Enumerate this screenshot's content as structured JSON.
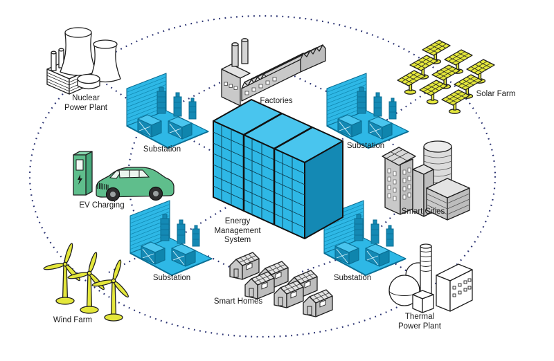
{
  "diagram": {
    "type": "smart-grid-energy-system-illustration",
    "background": "#FFFFFF",
    "colors": {
      "connector_dot": "#2A3272",
      "cyan": "#2EB8E6",
      "cyan_dark": "#1489B4",
      "cyan_light": "#49C5EE",
      "cyan_outline": "#0B6E93",
      "yellow": "#E4E73B",
      "green": "#5FBE8C",
      "green_dark": "#47A97B",
      "green_light": "#86D4AC",
      "gray": "#C9C9C9",
      "gray_light": "#E3E3E3",
      "gray_dark": "#BDBDBD",
      "white": "#FFFFFF",
      "outline": "#1F1F1F",
      "label_text": "#1B1B1B"
    },
    "nodes": [
      {
        "id": "nuclear-power-plant",
        "lines": [
          "Nuclear",
          "Power Plant"
        ]
      },
      {
        "id": "factories",
        "lines": [
          "Factories"
        ]
      },
      {
        "id": "solar-farm",
        "lines": [
          "Solar Farm"
        ]
      },
      {
        "id": "substation-northwest",
        "lines": [
          "Substation"
        ]
      },
      {
        "id": "substation-northeast",
        "lines": [
          "Substation"
        ]
      },
      {
        "id": "ev-charging",
        "lines": [
          "EV Charging"
        ]
      },
      {
        "id": "energy-management-system",
        "lines": [
          "Energy",
          "Management",
          "System"
        ]
      },
      {
        "id": "smart-cities",
        "lines": [
          "Smart Cities"
        ]
      },
      {
        "id": "substation-southwest",
        "lines": [
          "Substation"
        ]
      },
      {
        "id": "substation-southeast",
        "lines": [
          "Substation"
        ]
      },
      {
        "id": "wind-farm",
        "lines": [
          "Wind Farm"
        ]
      },
      {
        "id": "smart-homes",
        "lines": [
          "Smart Homes"
        ]
      },
      {
        "id": "thermal-power-plant",
        "lines": [
          "Thermal",
          "Power Plant"
        ]
      }
    ],
    "edges": [
      {
        "from": "nuclear-power-plant",
        "to": "substation-northwest"
      },
      {
        "from": "factories",
        "to": "substation-northwest"
      },
      {
        "from": "factories",
        "to": "substation-northeast"
      },
      {
        "from": "solar-farm",
        "to": "substation-northeast"
      },
      {
        "from": "substation-northwest",
        "to": "energy-management-system"
      },
      {
        "from": "substation-northeast",
        "to": "energy-management-system"
      },
      {
        "from": "substation-southwest",
        "to": "energy-management-system"
      },
      {
        "from": "substation-southeast",
        "to": "energy-management-system"
      },
      {
        "from": "substation-northwest",
        "to": "ev-charging"
      },
      {
        "from": "ev-charging",
        "to": "substation-southwest"
      },
      {
        "from": "substation-northeast",
        "to": "smart-cities"
      },
      {
        "from": "smart-cities",
        "to": "substation-southeast"
      },
      {
        "from": "substation-southeast",
        "to": "thermal-power-plant"
      },
      {
        "from": "substation-southeast",
        "to": "smart-homes"
      },
      {
        "from": "smart-homes",
        "to": "substation-southwest"
      },
      {
        "from": "substation-southwest",
        "to": "wind-farm"
      }
    ],
    "outer_ring_through": [
      "nuclear-power-plant",
      "solar-farm",
      "thermal-power-plant",
      "wind-farm"
    ]
  }
}
